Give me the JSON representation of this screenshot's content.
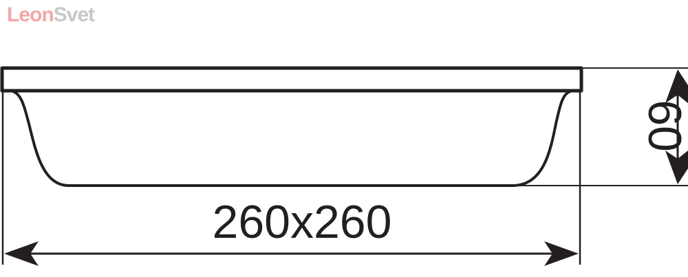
{
  "watermark": {
    "part1": "Leon",
    "part2": "Svet",
    "color1": "#f2a6a8",
    "color2": "#c8c8c8"
  },
  "drawing": {
    "line_color": "#231f20",
    "width_label": "260x260",
    "height_label": "60"
  }
}
